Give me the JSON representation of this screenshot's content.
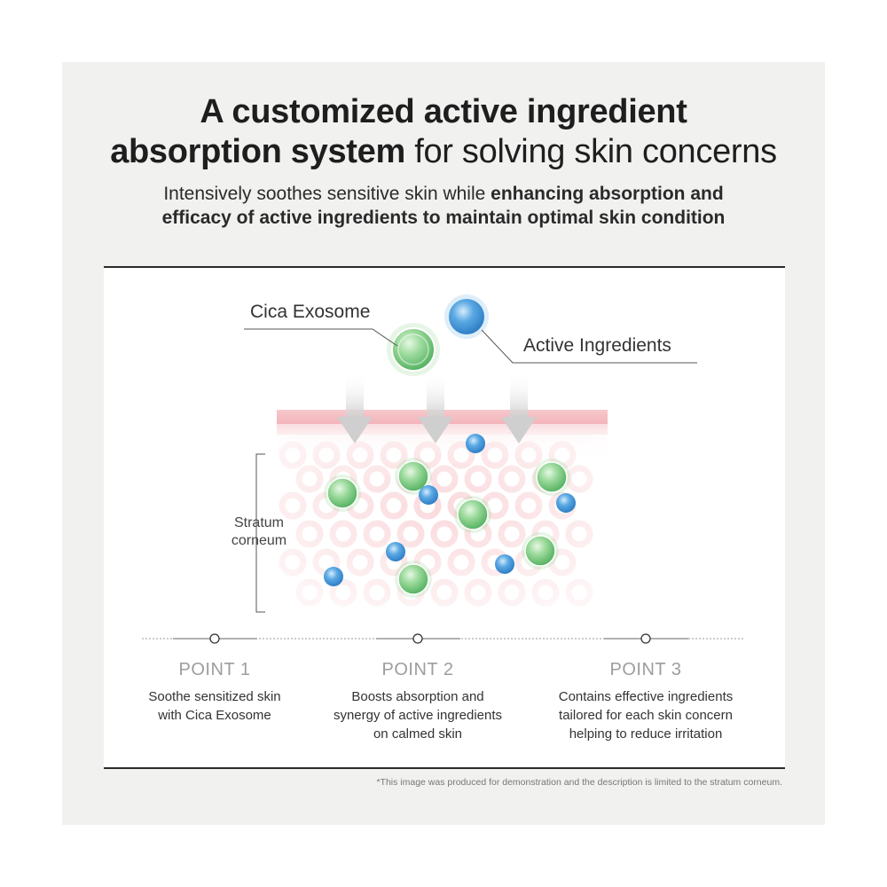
{
  "header": {
    "title_line1": "A customized active ingredient",
    "title_line2_bold": "absorption system",
    "title_line2_rest": "for solving skin concerns",
    "subtitle_line1_plain": "Intensively soothes sensitive skin while",
    "subtitle_line1_bold": "enhancing absorption and",
    "subtitle_line2_bold": "efficacy of active ingredients to maintain optimal skin condition"
  },
  "diagram": {
    "label_cica": "Cica Exosome",
    "label_active": "Active Ingredients",
    "label_stratum": "Stratum\ncorneum",
    "colors": {
      "cica_green": "#7fcf86",
      "active_blue": "#4a9fdc",
      "skin_pink": "#f4bfc3",
      "cell_pink": "#fbe1e3",
      "arrow_grey": "#d8d8d8"
    }
  },
  "points": [
    {
      "title": "POINT 1",
      "desc": "Soothe sensitized skin\nwith Cica Exosome"
    },
    {
      "title": "POINT 2",
      "desc": "Boosts absorption and\nsynergy of active ingredients\non calmed skin"
    },
    {
      "title": "POINT 3",
      "desc": "Contains effective ingredients\ntailored for each skin concern\nhelping to reduce irritation"
    }
  ],
  "footnote": "*This image was produced for demonstration and the description is limited to the stratum corneum."
}
